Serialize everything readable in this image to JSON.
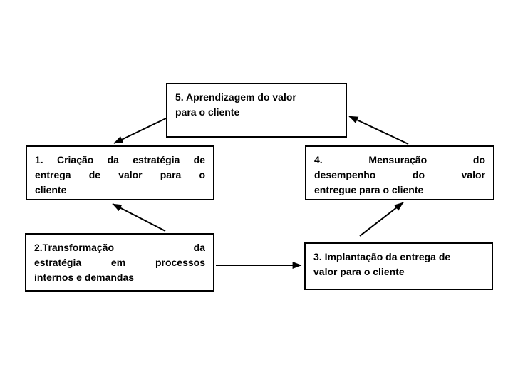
{
  "diagram": {
    "description": "Ciclo de entrega de valor para o cliente",
    "colors": {
      "background": "#ffffff",
      "box_border": "#000000",
      "box_fill": "#ffffff",
      "text": "#000000",
      "arrow": "#000000"
    },
    "boxes": [
      {
        "id": "1",
        "text": "1. Criação da estratégia de entrega de valor para o cliente",
        "lines": [
          "1. Criação da estratégia de",
          "entrega de valor para o",
          "cliente"
        ],
        "justified": true
      },
      {
        "id": "2",
        "text": "2.Transformação da estratégia em processos internos e demandas",
        "lines": [
          "2.Transformação da",
          "estratégia em processos",
          "internos e demandas"
        ],
        "justified": true
      },
      {
        "id": "3",
        "text": "3. Implantação da entrega de valor para o cliente",
        "lines": [
          "3. Implantação da entrega de",
          "valor para o cliente"
        ],
        "justified": false
      },
      {
        "id": "4",
        "text": "4. Mensuração do desempenho do valor entregue para o cliente",
        "lines": [
          "4. Mensuração do",
          "desempenho do valor",
          "entregue para o cliente"
        ],
        "justified": true
      },
      {
        "id": "5",
        "text": "5. Aprendizagem do valor para o cliente",
        "lines": [
          "5. Aprendizagem do valor",
          "para o cliente"
        ],
        "justified": false
      }
    ],
    "connections": [
      {
        "from": "5",
        "to": "1"
      },
      {
        "from": "2",
        "to": "1"
      },
      {
        "from": "2",
        "to": "3"
      },
      {
        "from": "3",
        "to": "4"
      },
      {
        "from": "4",
        "to": "5"
      }
    ]
  }
}
